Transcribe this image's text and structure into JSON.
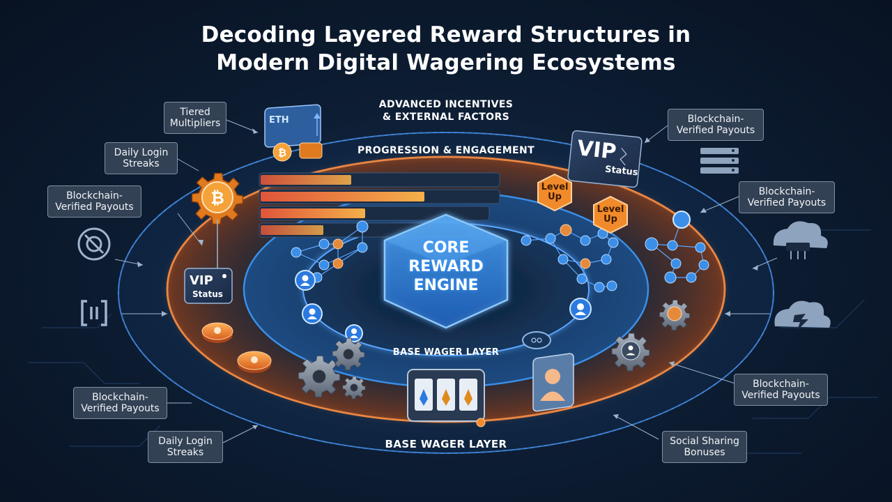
{
  "title_line1": "Decoding Layered Reward Structures in",
  "title_line2": "Modern Digital Wagering Ecosystems",
  "core_line1": "CORE",
  "core_line2": "REWARD",
  "core_line3": "ENGINE",
  "rings": {
    "outer_line1": "ADVANCED INCENTIVES",
    "outer_line2": "& EXTERNAL FACTORS",
    "middle": "PROGRESSION & ENGAGEMENT",
    "inner": "BASE WAGER LAYER",
    "bottom": "BASE WAGER LAYER"
  },
  "left_callouts": [
    {
      "line1": "Tiered",
      "line2": "Multipliers"
    },
    {
      "line1": "Daily Login",
      "line2": "Streaks"
    },
    {
      "line1": "Blockchain-",
      "line2": "Verified Payouts"
    },
    {
      "line1": "Blockchain-",
      "line2": "Verified Payouts"
    },
    {
      "line1": "Daily Login",
      "line2": "Streaks"
    }
  ],
  "right_callouts": [
    {
      "line1": "Blockchain-",
      "line2": "Verified Payouts"
    },
    {
      "line1": "Blockchain-",
      "line2": "Verified Payouts"
    },
    {
      "line1": "Blockchain-",
      "line2": "Verified Payouts"
    },
    {
      "line1": "Social Sharing",
      "line2": "Bonuses"
    }
  ],
  "wallet_label": "ETH",
  "vip_left": {
    "big": "VIP",
    "small": "Status"
  },
  "vip_right": {
    "big": "VIP",
    "small": "Status"
  },
  "badges": [
    {
      "line1": "Level",
      "line2": "Up"
    },
    {
      "line1": "Level",
      "line2": "Up"
    }
  ],
  "icons": [
    "bitcoin-gear-icon",
    "wallet-icon",
    "gear-icon",
    "user-icon",
    "slot-machine-icon",
    "cloud-icon",
    "server-icon",
    "target-icon",
    "coin-icon"
  ],
  "colors": {
    "background": "#0d1d33",
    "ring_blue": "#3b7fd1",
    "ring_orange": "#e07a3a",
    "core_glow": "#3a9bff",
    "accent_orange": "#f08a2a"
  }
}
